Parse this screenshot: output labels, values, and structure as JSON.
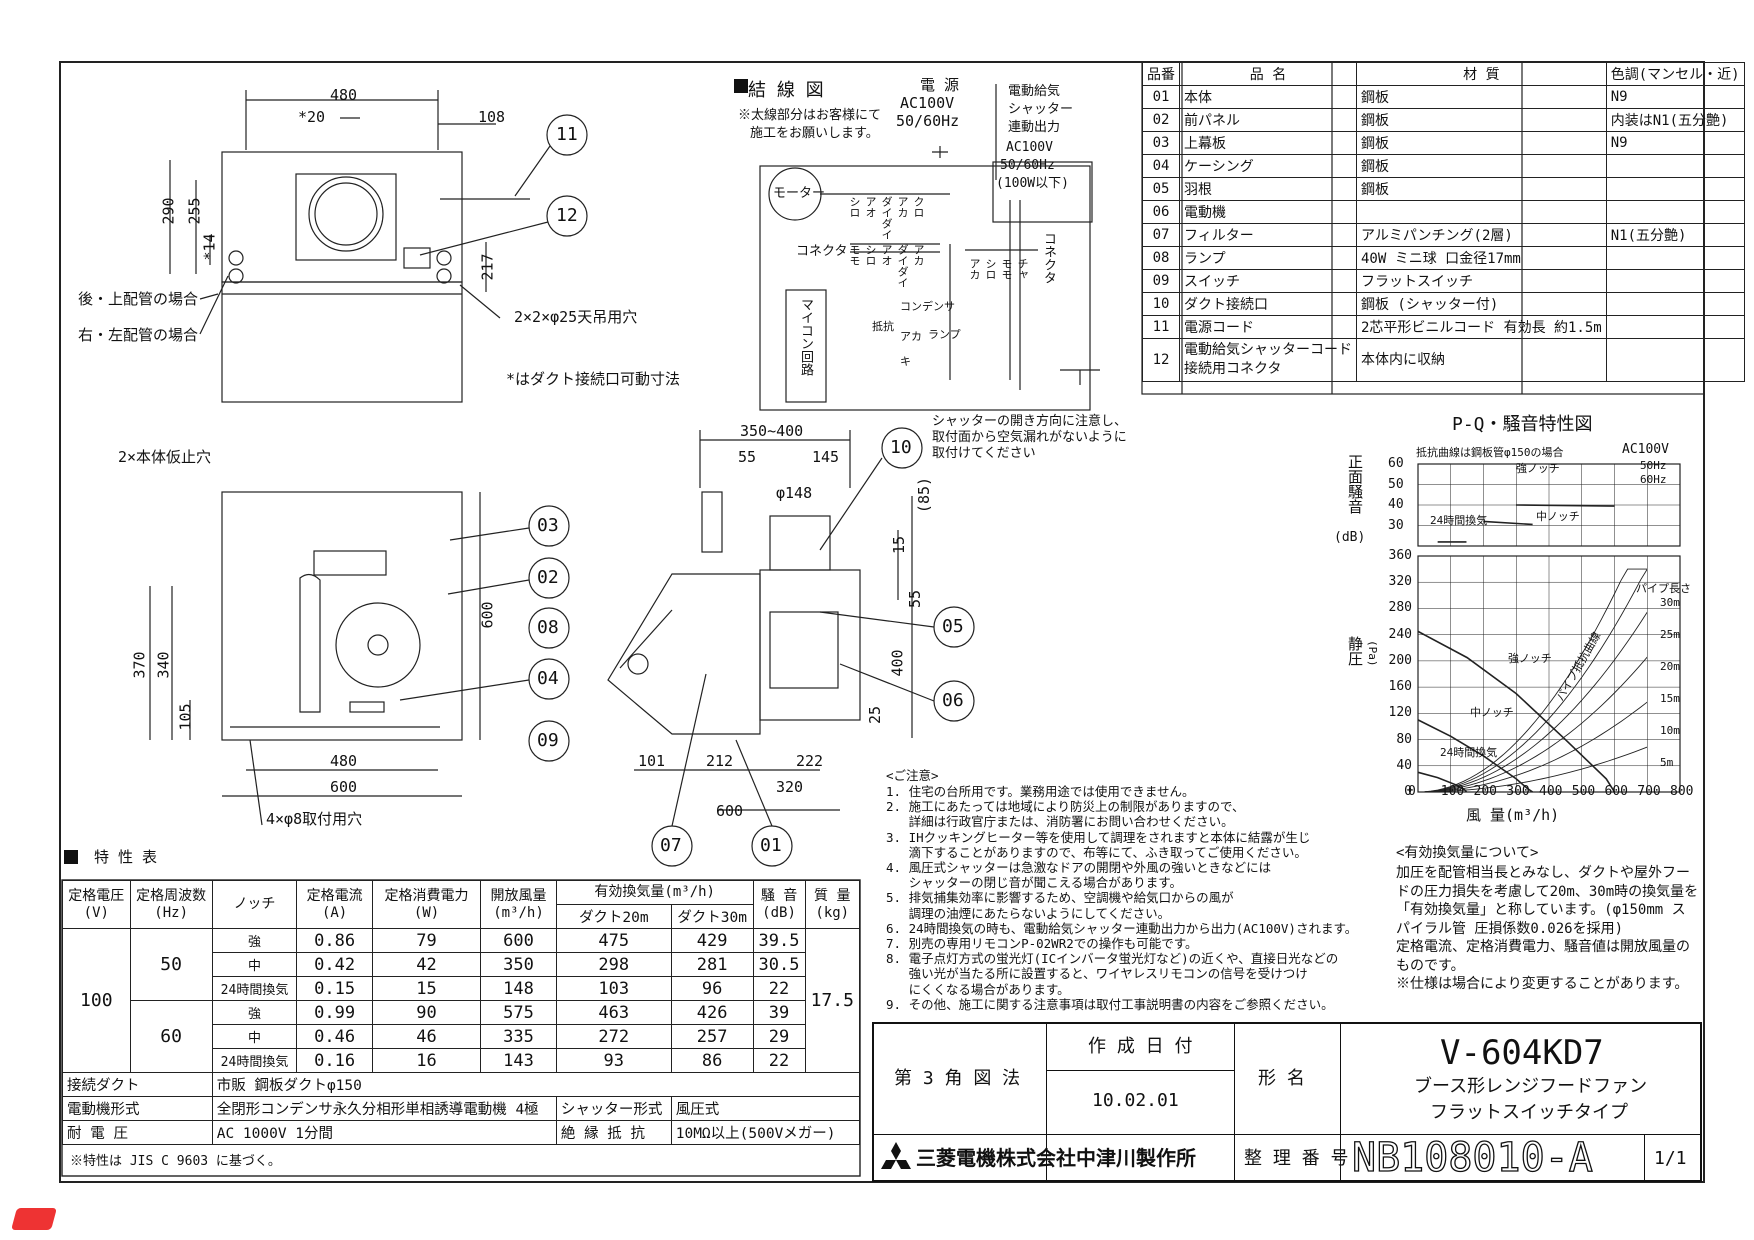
{
  "wiring": {
    "heading": "結 線 図",
    "note1": "※太線部分はお客様にて",
    "note2": "施工をお願いします。",
    "power": [
      "電 源",
      "AC100V",
      "50/60Hz"
    ],
    "shutter_out": [
      "電動給気",
      "シャッター",
      "連動出力",
      "AC100V",
      "50/60Hz",
      "(100W以下)"
    ],
    "motor": "モーター",
    "connector": "コネクタ",
    "connector2": "コネクタ",
    "micon": "マイコン回路",
    "capacitor": "コンデンサ",
    "resistor": "抵抗",
    "lamp": "ランプ",
    "wires": [
      "シロ",
      "アオ",
      "ダイダイ",
      "アカ",
      "クロ",
      "モモ",
      "シロ",
      "アオ",
      "ダイダイ",
      "アカ"
    ],
    "wires2": [
      "アカ",
      "シロ",
      "モモ",
      "チャ"
    ],
    "aka": "アカ",
    "ki": "キ"
  },
  "parts_table": {
    "headers": [
      "品番",
      "品 名",
      "材 質",
      "色調(マンセル・近)"
    ],
    "rows": [
      [
        "01",
        "本体",
        "鋼板",
        "N9"
      ],
      [
        "02",
        "前パネル",
        "鋼板",
        "内装はN1(五分艶)"
      ],
      [
        "03",
        "上幕板",
        "鋼板",
        "N9"
      ],
      [
        "04",
        "ケーシング",
        "鋼板",
        ""
      ],
      [
        "05",
        "羽根",
        "鋼板",
        ""
      ],
      [
        "06",
        "電動機",
        "",
        ""
      ],
      [
        "07",
        "フィルター",
        "アルミパンチング(2層)",
        "N1(五分艶)"
      ],
      [
        "08",
        "ランプ",
        "40W ミニ球 口金径17mm",
        ""
      ],
      [
        "09",
        "スイッチ",
        "フラットスイッチ",
        ""
      ],
      [
        "10",
        "ダクト接続口",
        "鋼板 (シャッター付)",
        ""
      ],
      [
        "11",
        "電源コード",
        "2芯平形ビニルコード 有効長 約1.5m",
        ""
      ],
      [
        "12",
        "電動給気シャッターコード\n接続用コネクタ",
        "本体内に収納",
        ""
      ]
    ]
  },
  "top_view": {
    "dims": [
      "480",
      "*20",
      "108",
      "290",
      "255",
      "*14",
      "217"
    ],
    "labels": [
      "後・上配管の場合",
      "右・左配管の場合",
      "2×2×φ25天吊用穴",
      "*はダクト接続口可動寸法"
    ],
    "balloons": [
      "11",
      "12"
    ]
  },
  "front_view": {
    "dims": [
      "370",
      "340",
      "105",
      "600",
      "480",
      "600"
    ],
    "labels": [
      "2×本体仮止穴",
      "4×φ8取付用穴"
    ],
    "balloons": [
      "03",
      "02",
      "08",
      "04",
      "09"
    ]
  },
  "side_view": {
    "dims": [
      "350~400",
      "55",
      "145",
      "φ148",
      "(85)",
      "15",
      "55",
      "400",
      "25",
      "101",
      "212",
      "222",
      "320",
      "600"
    ],
    "note": [
      "シャッターの開き方向に注意し、",
      "取付面から空気漏れがないように",
      "取付けてください"
    ],
    "balloons": [
      "10",
      "05",
      "06",
      "07",
      "01"
    ]
  },
  "pq_chart": {
    "title": "P-Q・騒音特性図",
    "subtitle": "抵抗曲線は鋼板管φ150の場合",
    "power": "AC100V",
    "legend": [
      "50Hz",
      "60Hz"
    ],
    "noise_label": "正面騒音",
    "noise_unit": "(dB)",
    "noise_ticks": [
      "60",
      "50",
      "40",
      "30"
    ],
    "pressure_label": "静圧",
    "pressure_unit": "(Pa)",
    "pressure_ticks": [
      "360",
      "320",
      "280",
      "240",
      "200",
      "160",
      "120",
      "80",
      "40",
      "0"
    ],
    "x_ticks": [
      "0",
      "100",
      "200",
      "300",
      "400",
      "500",
      "600",
      "700",
      "800"
    ],
    "xlabel": "風 量(m³/h)",
    "pipe_len": "パイプ長さ",
    "pipe_ticks": [
      "30m",
      "25m",
      "20m",
      "15m",
      "10m",
      "5m"
    ],
    "curve_labels": [
      "強ノッチ",
      "中ノッチ",
      "24時間換気",
      "強ノッチ",
      "中ノッチ",
      "24時間換気",
      "パイプ抵抗曲線"
    ]
  },
  "chart_data": {
    "type": "line",
    "title": "P-Q・騒音特性図",
    "xlabel": "風 量(m³/h)",
    "ylabel": "静圧(Pa)",
    "xlim": [
      0,
      800
    ],
    "ylim": [
      0,
      360
    ],
    "series": [
      {
        "name": "強ノッチ",
        "x": [
          0,
          150,
          300,
          450,
          575,
          600
        ],
        "y": [
          245,
          205,
          150,
          80,
          20,
          0
        ]
      },
      {
        "name": "中ノッチ",
        "x": [
          0,
          100,
          200,
          300,
          335,
          350
        ],
        "y": [
          110,
          85,
          55,
          20,
          5,
          0
        ]
      },
      {
        "name": "24時間換気",
        "x": [
          0,
          60,
          120,
          143,
          148
        ],
        "y": [
          30,
          22,
          10,
          3,
          0
        ]
      }
    ],
    "noise_series": [
      {
        "name": "強ノッチ",
        "x": [
          300,
          600
        ],
        "y": [
          40,
          39.5
        ]
      },
      {
        "name": "中ノッチ",
        "x": [
          200,
          350
        ],
        "y": [
          32,
          30.5
        ]
      },
      {
        "name": "24時間換気",
        "x": [
          60,
          148
        ],
        "y": [
          22,
          22
        ]
      }
    ]
  },
  "airflow_note": {
    "title": "<有効換気量について>",
    "lines": [
      "加圧を配管相当長とみなし、ダクトや屋外フー",
      "ドの圧力損失を考慮して20m、30m時の換気量を",
      "「有効換気量」と称しています。(φ150mm ス",
      "パイラル管 圧損係数0.026を採用)",
      "定格電流、定格消費電力、騒音値は開放風量の",
      "ものです。",
      "※仕様は場合により変更することがあります。"
    ]
  },
  "cautions": {
    "title": "<ご注意>",
    "lines": [
      "1. 住宅の台所用です。業務用途では使用できません。",
      "2. 施工にあたっては地域により防災上の制限がありますので、",
      "   詳細は行政官庁または、消防署にお問い合わせください。",
      "3. IHクッキングヒーター等を使用して調理をされますと本体に結露が生じ",
      "   滴下することがありますので、布等にて、ふき取ってご使用ください。",
      "4. 風圧式シャッターは急激なドアの開閉や外風の強いときなどには",
      "   シャッターの閉じ音が聞こえる場合があります。",
      "5. 排気捕集効率に影響するため、空調機や給気口からの風が",
      "   調理の油煙にあたらないようにしてください。",
      "6. 24時間換気の時も、電動給気シャッター連動出力から出力(AC100V)されます。",
      "7. 別売の専用リモコンP-02WR2での操作も可能です。",
      "8. 電子点灯方式の蛍光灯(ICインバータ蛍光灯など)の近くや、直接日光などの",
      "   強い光が当たる所に設置すると、ワイヤレスリモコンの信号を受けつけ",
      "   にくくなる場合があります。",
      "9. その他、施工に関する注意事項は取付工事説明書の内容をご参照ください。"
    ]
  },
  "spec": {
    "heading": "特 性 表",
    "headers": [
      "定格電圧\n(V)",
      "定格周波数\n(Hz)",
      "ノッチ",
      "定格電流\n(A)",
      "定格消費電力\n(W)",
      "開放風量\n(m³/h)",
      "有効換気量(m³/h)",
      "騒 音\n(dB)",
      "質 量\n(kg)"
    ],
    "sub_headers": [
      "ダクト20m",
      "ダクト30m"
    ],
    "voltage": "100",
    "mass": "17.5",
    "groups": [
      {
        "freq": "50",
        "rows": [
          [
            "強",
            "0.86",
            "79",
            "600",
            "475",
            "429",
            "39.5"
          ],
          [
            "中",
            "0.42",
            "42",
            "350",
            "298",
            "281",
            "30.5"
          ],
          [
            "24時間換気",
            "0.15",
            "15",
            "148",
            "103",
            "96",
            "22"
          ]
        ]
      },
      {
        "freq": "60",
        "rows": [
          [
            "強",
            "0.99",
            "90",
            "575",
            "463",
            "426",
            "39"
          ],
          [
            "中",
            "0.46",
            "46",
            "335",
            "272",
            "257",
            "29"
          ],
          [
            "24時間換気",
            "0.16",
            "16",
            "143",
            "93",
            "86",
            "22"
          ]
        ]
      }
    ],
    "footer": [
      [
        "接続ダクト",
        "市販 鋼板ダクトφ150"
      ],
      [
        "電動機形式",
        "全閉形コンデンサ永久分相形単相誘導電動機 4極",
        "シャッター形式",
        "風圧式"
      ],
      [
        "耐 電 圧",
        "AC 1000V 1分間",
        "絶 縁 抵 抗",
        "10MΩ以上(500Vメガー)"
      ]
    ],
    "jis": "※特性は JIS C 9603 に基づく。"
  },
  "title_block": {
    "projection": "第 3 角 図 法",
    "date_label": "作 成 日 付",
    "date": "10.02.01",
    "model_label": "形 名",
    "model": "V-604KD7",
    "desc1": "ブース形レンジフードファン",
    "desc2": "フラットスイッチタイプ",
    "company": "三菱電機株式会社中津川製作所",
    "number_label": "整 理 番 号",
    "number": "NB108010-A",
    "page": "1/1"
  }
}
